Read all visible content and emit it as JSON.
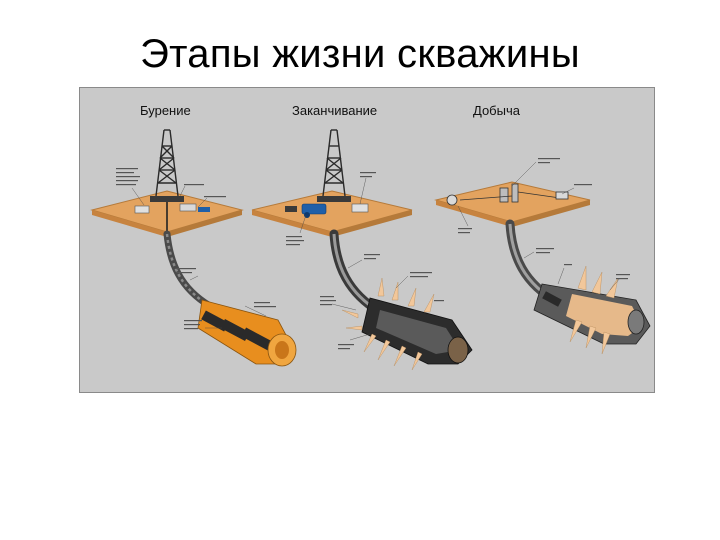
{
  "slide": {
    "title": "Этапы жизни скважины"
  },
  "stages": [
    {
      "title": "Бурение"
    },
    {
      "title": "Заканчивание"
    },
    {
      "title": "Добыча"
    }
  ],
  "colors": {
    "figure_bg": "#c9c9c9",
    "platform": "#e3a35f",
    "platform_edge": "#b57a3a",
    "derrick": "#2a2a2a",
    "equipment_blue": "#1f5fa8",
    "well_casing": "#4a4a4a",
    "drill_bit": "#e88e1e",
    "perforation": "#f2c79a",
    "reservoir": "#e6b98a"
  }
}
